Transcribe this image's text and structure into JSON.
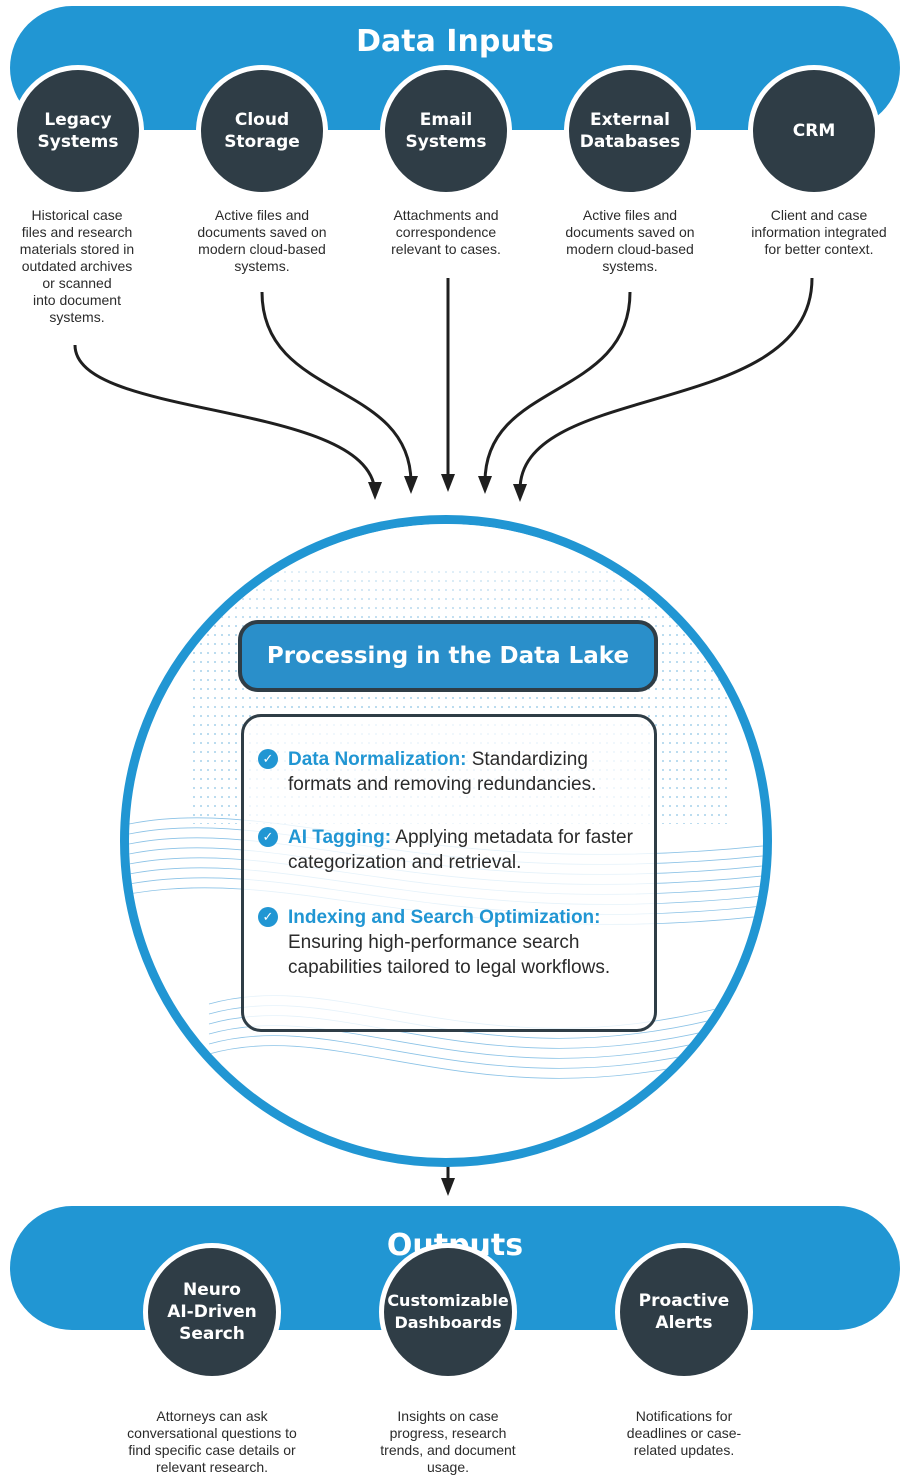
{
  "inputs": {
    "title": "Data Inputs",
    "nodes": [
      {
        "label": "Legacy\nSystems",
        "desc": "Historical case\nfiles and research\nmaterials stored in\noutdated archives\nor scanned\ninto document\nsystems."
      },
      {
        "label": "Cloud\nStorage",
        "desc": "Active files and\ndocuments saved on\nmodern cloud-based\nsystems."
      },
      {
        "label": "Email\nSystems",
        "desc": "Attachments and\ncorrespondence\nrelevant to cases."
      },
      {
        "label": "External\nDatabases",
        "desc": "Active files and\ndocuments saved on\nmodern cloud-based\nsystems."
      },
      {
        "label": "CRM",
        "desc": "Client and case\ninformation integrated\nfor better context."
      }
    ]
  },
  "processing": {
    "title": "Processing in the Data Lake",
    "items": [
      {
        "heading": "Data Normalization:",
        "text": " Standardizing formats and removing redundancies."
      },
      {
        "heading": "AI Tagging:",
        "text": " Applying metadata for faster categorization and retrieval."
      },
      {
        "heading": "Indexing and Search Optimization:",
        "text": " Ensuring high-performance search capabilities tailored to legal workflows."
      }
    ]
  },
  "outputs": {
    "title": "Outputs",
    "nodes": [
      {
        "label": "Neuro\nAI-Driven\nSearch",
        "desc": "Attorneys can ask\nconversational questions to\nfind specific case details or\nrelevant research."
      },
      {
        "label": "Customizable\nDashboards",
        "desc": "Insights on case\nprogress, research\ntrends, and document\nusage."
      },
      {
        "label": "Proactive\nAlerts",
        "desc": "Notifications for\ndeadlines or case-\nrelated updates."
      }
    ]
  },
  "colors": {
    "accent": "#2196d3",
    "node": "#2f3d46",
    "arrow": "#1f1f1f"
  }
}
